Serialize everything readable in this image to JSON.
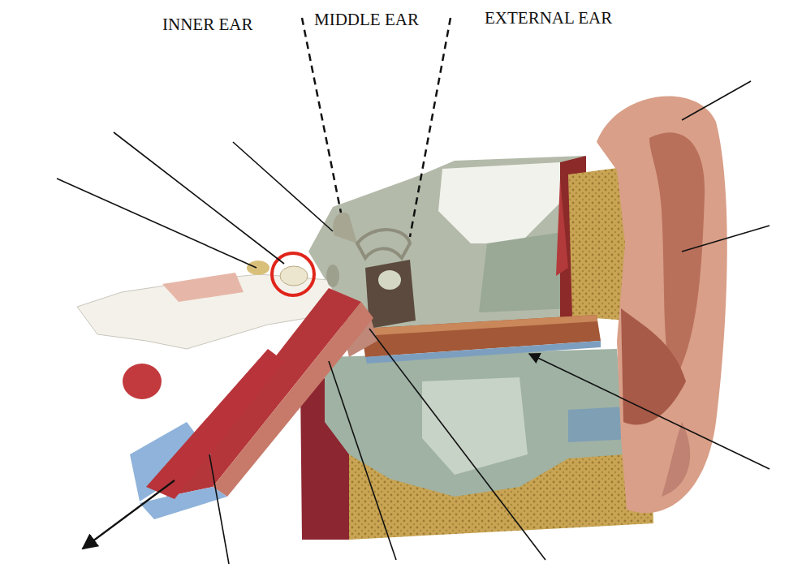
{
  "diagram": {
    "labels": [
      "INNER EAR",
      "MIDDLE EAR",
      "EXTERNAL EAR"
    ]
  }
}
